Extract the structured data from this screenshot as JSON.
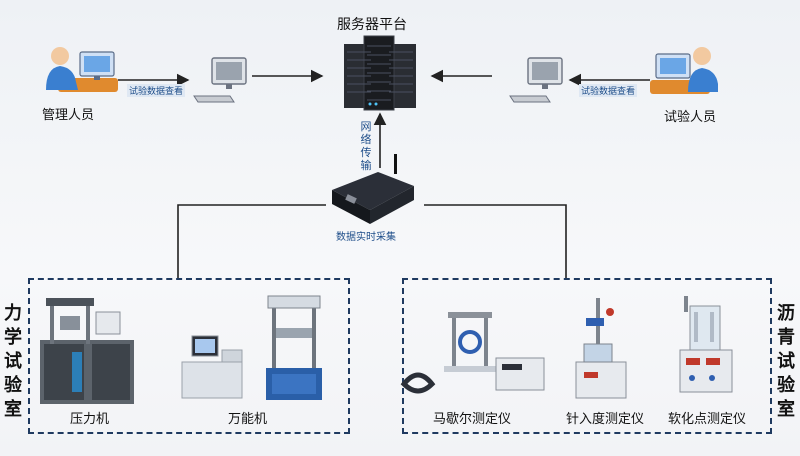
{
  "server": {
    "label": "服务器平台"
  },
  "left_user": {
    "label": "管理人员",
    "link_label": "试验数据查看"
  },
  "right_user": {
    "label": "试验人员",
    "link_label": "试验数据查看"
  },
  "network": {
    "label": "网络传输",
    "chars": [
      "网",
      "络",
      "传",
      "输"
    ]
  },
  "collector": {
    "label": "数据实时采集"
  },
  "labs": [
    {
      "title_chars": [
        "力",
        "学",
        "试",
        "验",
        "室"
      ],
      "devices": [
        {
          "label": "压力机"
        },
        {
          "label": "万能机"
        }
      ]
    },
    {
      "title_chars": [
        "沥",
        "青",
        "试",
        "验",
        "室"
      ],
      "devices": [
        {
          "label": "马歇尔测定仪"
        },
        {
          "label": "针入度测定仪"
        },
        {
          "label": "软化点测定仪"
        }
      ]
    }
  ]
}
